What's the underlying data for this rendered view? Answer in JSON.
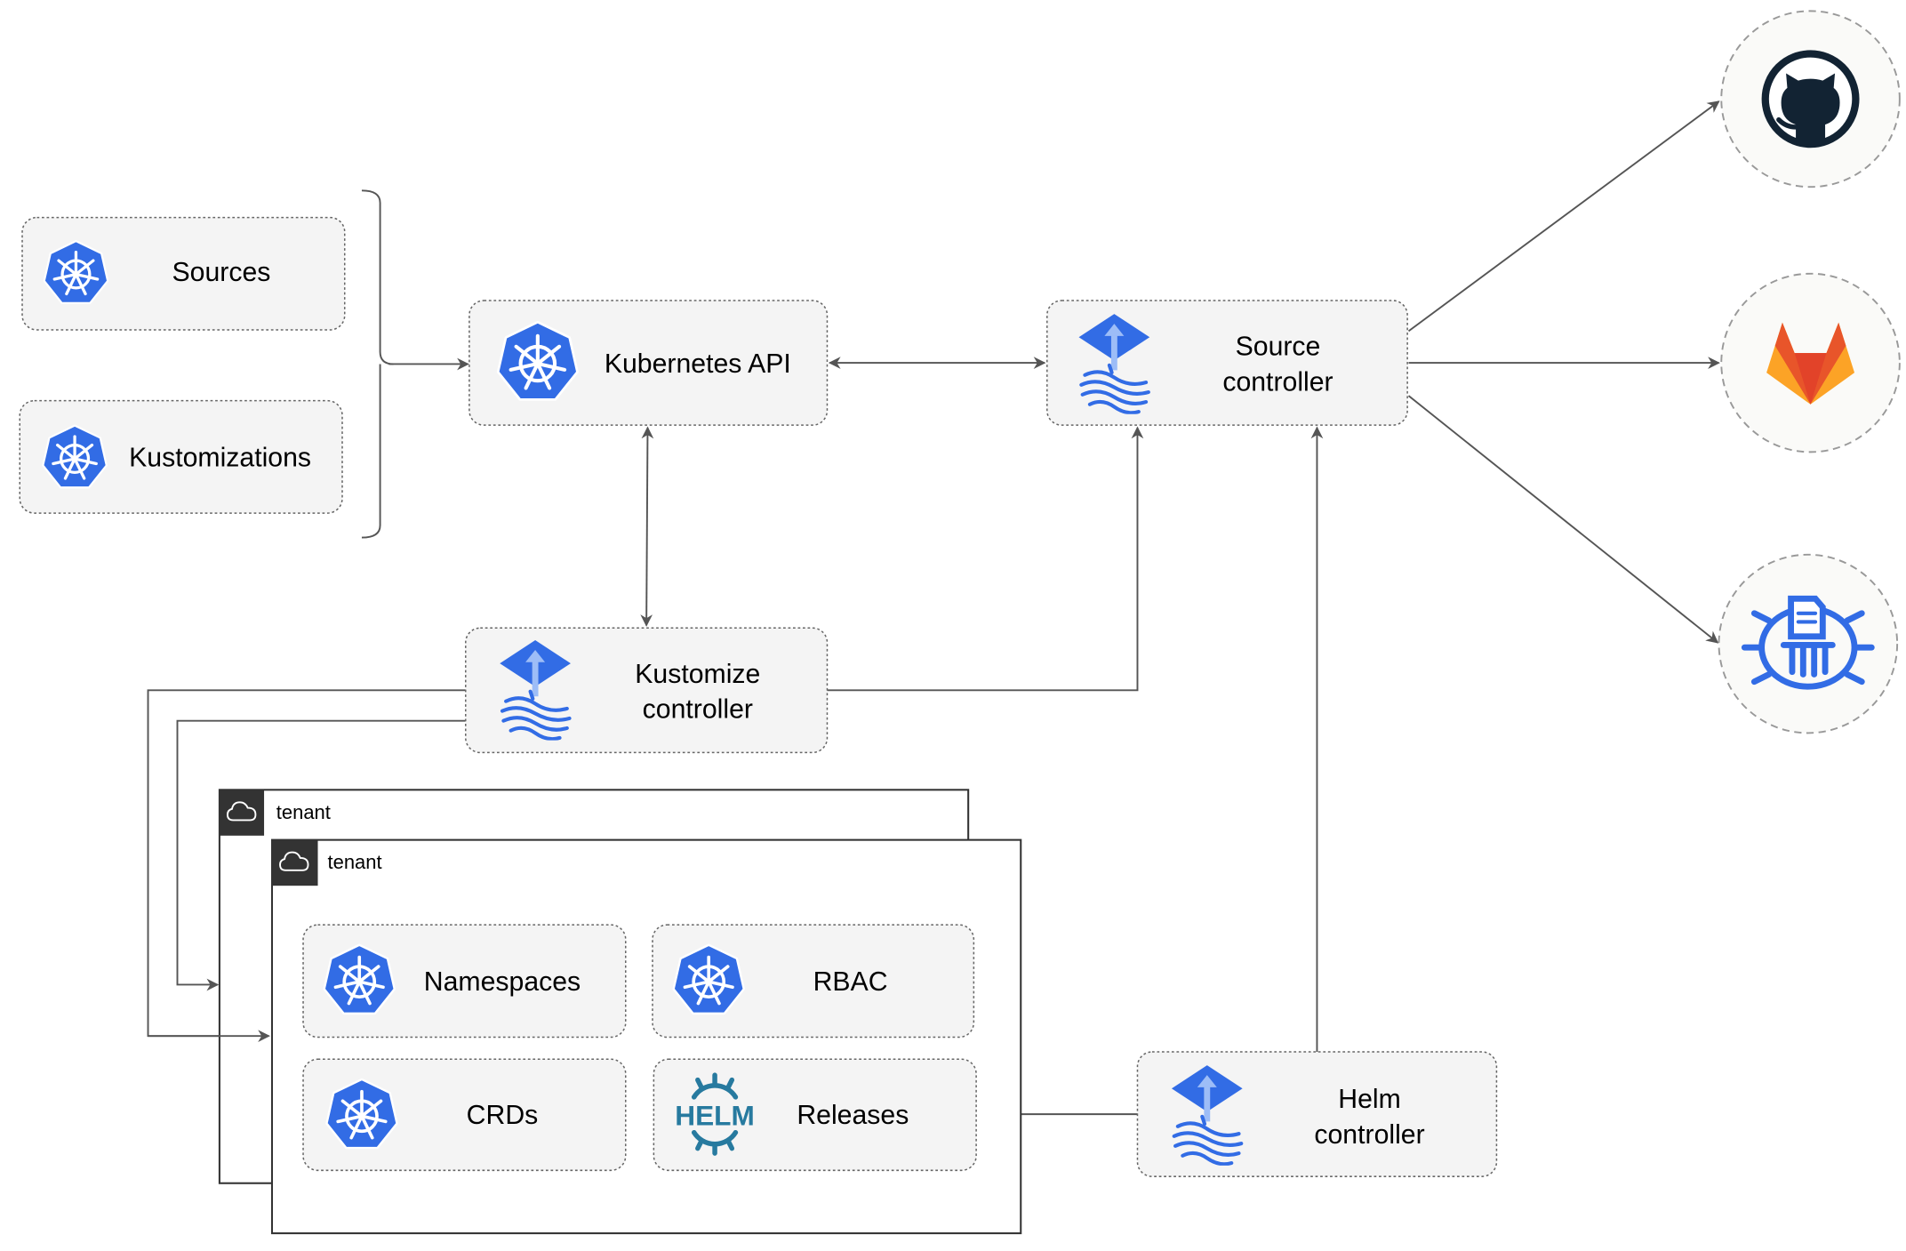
{
  "nodes": {
    "sources": "Sources",
    "kustomizations": "Kustomizations",
    "kubernetes_api": "Kubernetes API",
    "source_controller": [
      "Source",
      "controller"
    ],
    "kustomize_controller": [
      "Kustomize",
      "controller"
    ],
    "helm_controller": [
      "Helm",
      "controller"
    ],
    "namespaces": "Namespaces",
    "rbac": "RBAC",
    "crds": "CRDs",
    "releases": "Releases"
  },
  "tenants": [
    {
      "label": "tenant",
      "icon": "cloud-icon"
    },
    {
      "label": "tenant",
      "icon": "cloud-icon"
    }
  ],
  "external": [
    {
      "icon": "github-icon"
    },
    {
      "icon": "gitlab-icon"
    },
    {
      "icon": "helm-repository-icon"
    }
  ],
  "logos": {
    "helm": "HELM"
  },
  "colors": {
    "kubernetes_blue": "#326ce5",
    "helm_teal": "#277a9f",
    "github_dark": "#122333",
    "gitlab_orange": "#e8552a",
    "box_fill": "#f4f4f4",
    "tenant_header": "#333333"
  }
}
